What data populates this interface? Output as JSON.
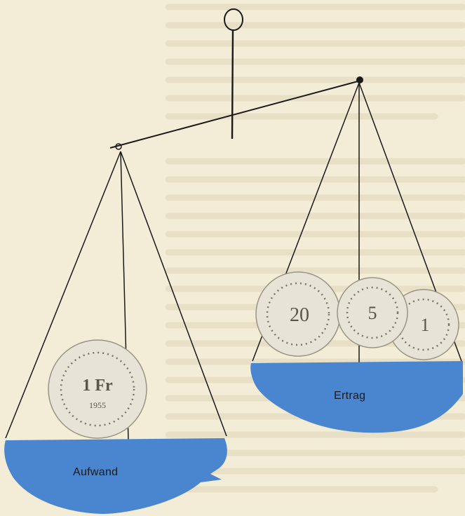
{
  "scale": {
    "left_pan_label": "Aufwand",
    "right_pan_label": "Ertrag"
  },
  "left_pan": {
    "coins": [
      {
        "denomination": "1 Fr",
        "year": "1955"
      }
    ]
  },
  "right_pan": {
    "coins": [
      {
        "denomination": "20"
      },
      {
        "denomination": "5"
      },
      {
        "denomination": "1"
      }
    ]
  },
  "colors": {
    "paper": "#f3ecd6",
    "pan_blue": "#4a86cf",
    "coin": "#e7e3d6",
    "ink": "#1a1a1a"
  }
}
